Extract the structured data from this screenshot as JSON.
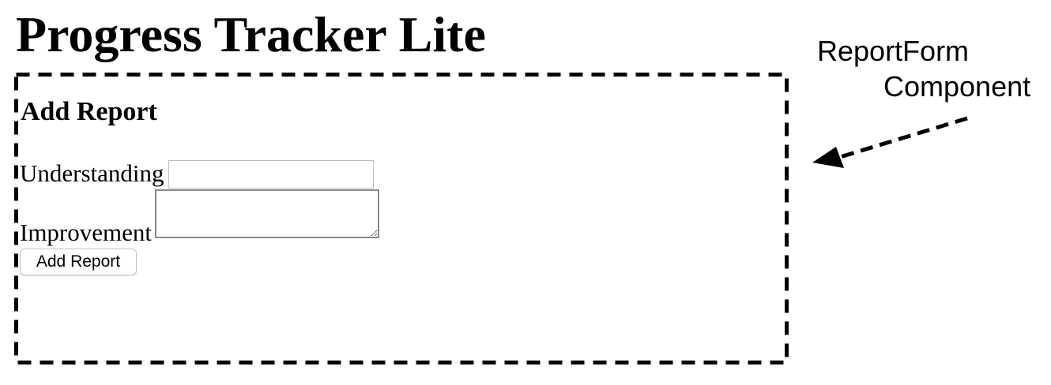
{
  "app": {
    "title": "Progress Tracker Lite"
  },
  "report_form": {
    "heading": "Add Report",
    "fields": {
      "understanding": {
        "label": "Understanding",
        "value": "",
        "placeholder": ""
      },
      "improvement": {
        "label": "Improvement",
        "value": "",
        "placeholder": ""
      }
    },
    "submit_label": "Add Report"
  },
  "annotation": {
    "line1": "ReportForm",
    "line2": "Component",
    "arrow_icon": "dashed-arrow-left-icon",
    "border_style": "dashed",
    "color": "#000000"
  }
}
